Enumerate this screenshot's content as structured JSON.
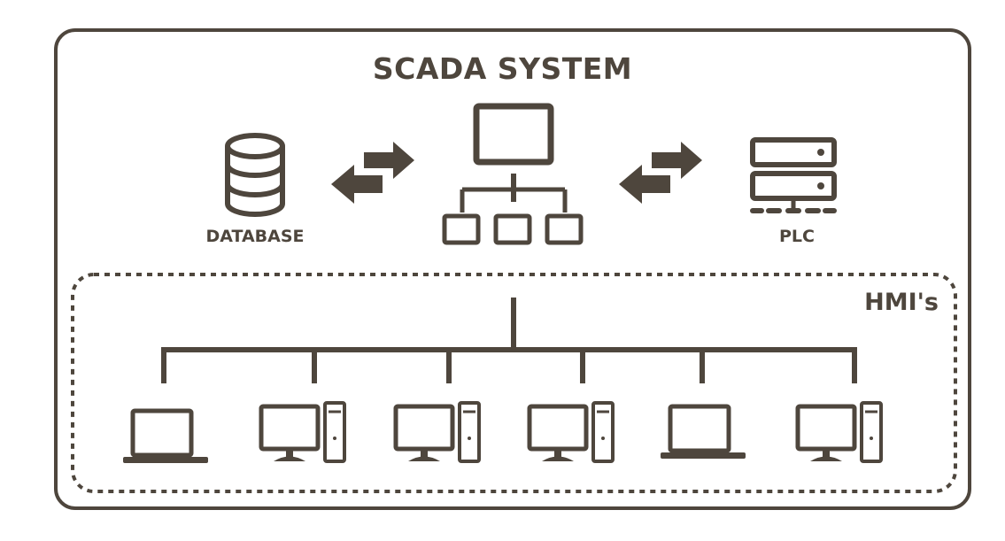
{
  "diagram": {
    "title": "SCADA SYSTEM",
    "nodes": {
      "database": {
        "label": "DATABASE",
        "icon": "database-icon"
      },
      "server": {
        "icon": "network-server-icon"
      },
      "plc": {
        "label": "PLC",
        "icon": "plc-rack-icon"
      }
    },
    "hmi_group": {
      "label": "HMI's",
      "devices": [
        {
          "icon": "laptop-icon"
        },
        {
          "icon": "desktop-tower-icon"
        },
        {
          "icon": "desktop-tower-icon"
        },
        {
          "icon": "desktop-tower-icon"
        },
        {
          "icon": "laptop-icon"
        },
        {
          "icon": "desktop-tower-icon"
        }
      ]
    },
    "colors": {
      "stroke": "#4e463d",
      "background": "#ffffff"
    }
  }
}
